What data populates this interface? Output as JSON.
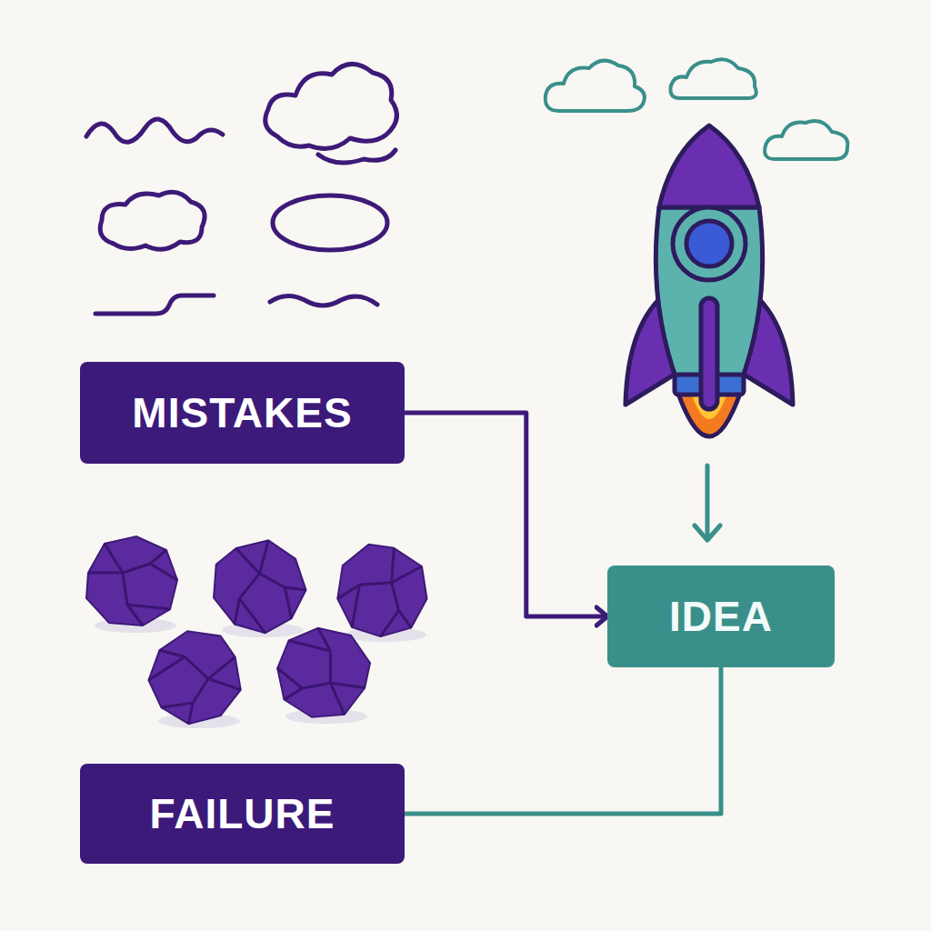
{
  "diagram": {
    "nodes": [
      {
        "text": [
          "MISTAKES"
        ]
      },
      {
        "text": [
          "IDEA"
        ]
      },
      {
        "text": [
          "FAILURE"
        ]
      }
    ],
    "edges": [
      {
        "from": 0,
        "to": 1,
        "arrow": "to"
      },
      {
        "from": 2,
        "to": 1,
        "arrow": "none"
      }
    ]
  }
}
